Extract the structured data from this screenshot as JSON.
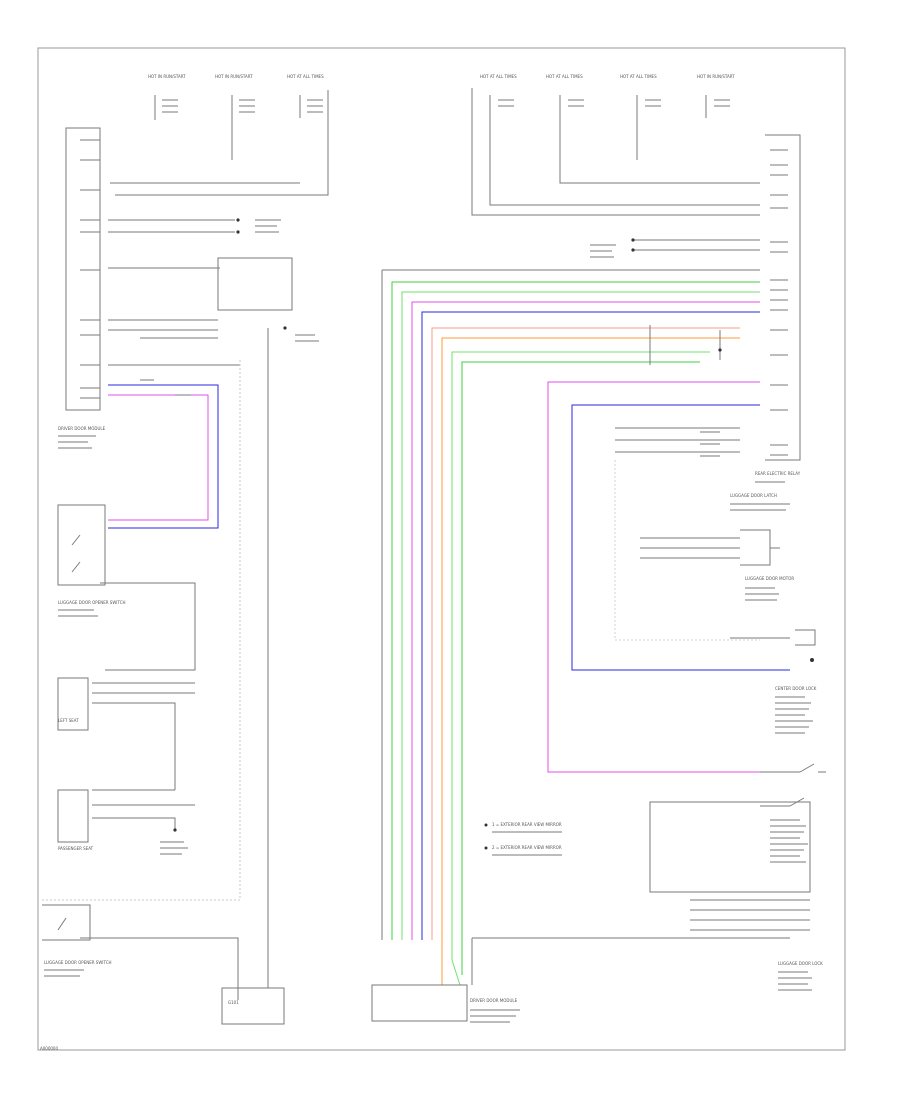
{
  "diagram": {
    "footer_code": "A000000",
    "note_1": "1 = EXTERIOR REAR VIEW MIRROR",
    "note_2": "2 = EXTERIOR REAR VIEW MIRROR",
    "labels": {
      "top_left_boxes": [
        "HOT IN RUN/START",
        "HOT IN RUN/START",
        "HOT AT ALL TIMES"
      ],
      "top_right_boxes": [
        "HOT AT ALL TIMES",
        "HOT AT ALL TIMES",
        "HOT AT ALL TIMES",
        "HOT IN RUN/START"
      ],
      "left_module": "DRIVER DOOR MODULE",
      "luggage_switch": "LUGGAGE DOOR OPENER SWITCH",
      "left_seat": "LEFT SEAT",
      "passenger_seat": "PASSENGER SEAT",
      "luggage_opener": "LUGGAGE DOOR OPENER SWITCH",
      "bottom_left_ground": "G101",
      "bottom_mid_module": "DRIVER DOOR MODULE",
      "right_module_1": "REAR ELECTRIC RELAY",
      "right_module_2": "LUGGAGE DOOR LATCH",
      "right_module_3": "LUGGAGE DOOR MOTOR",
      "right_module_4": "CENTER DOOR LOCK",
      "right_bottom": "LUGGAGE DOOR LOCK"
    },
    "colors": {
      "blue": "#2a2ae0",
      "magenta": "#e050e8",
      "green": "#40d040",
      "lightgreen": "#70e070",
      "orange": "#ff9a3a",
      "salmon": "#ff9a8a",
      "purple": "#8a4af0",
      "black": "#7a7a7a"
    }
  }
}
